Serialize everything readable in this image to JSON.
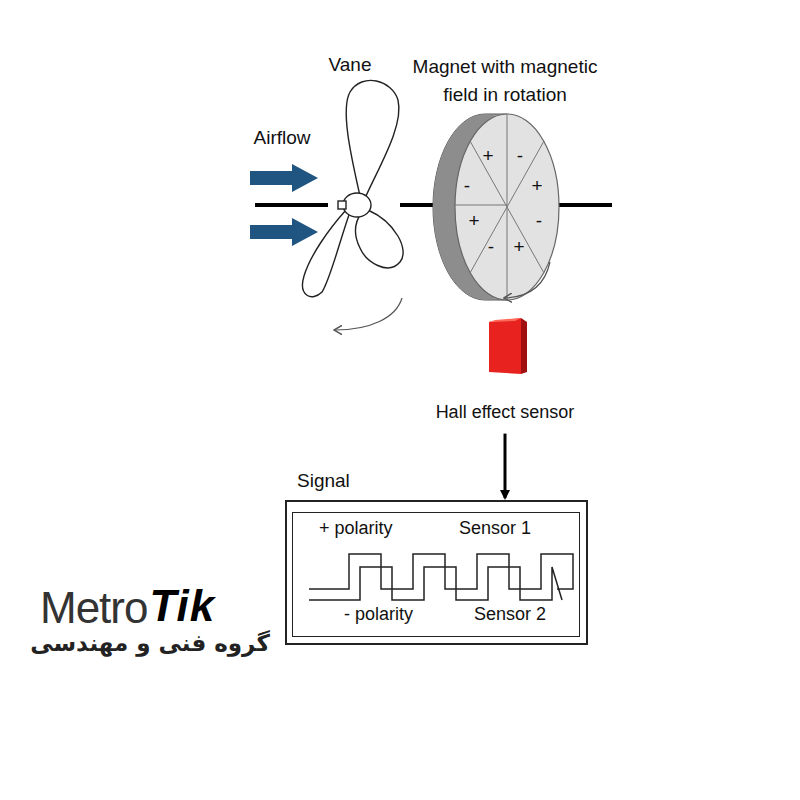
{
  "diagram": {
    "nodes": [
      {
        "text": [
          "Hall effect sensor"
        ]
      },
      {
        "text": [
          "Signal",
          "+ polarity",
          "Sensor 1",
          "- polarity",
          "Sensor 2"
        ]
      }
    ],
    "edges": [
      {
        "from": 0,
        "to": 1,
        "arrow": "to"
      }
    ],
    "labels": [
      "Vane",
      "Magnet with magnetic field in rotation",
      "Airflow",
      "+",
      "-",
      "-",
      "+",
      "+",
      "-",
      "-",
      "+",
      "Metro",
      "Tik",
      "گروه فنی و مهندسی"
    ]
  }
}
